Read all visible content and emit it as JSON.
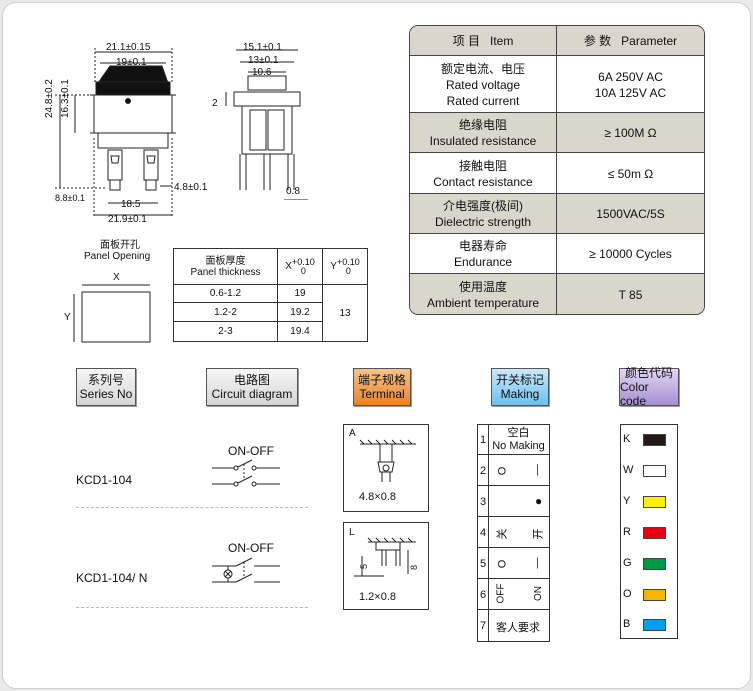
{
  "dims": {
    "top_w1": "21.1±0.15",
    "top_w2": "19±0.1",
    "h_total": "24.8±0.2",
    "h_body": "16.3±0.1",
    "pin_gap": "4.8±0.1",
    "foot_h": "8.8±0.1",
    "base1": "18.5",
    "base2": "21.9±0.1",
    "side_w1": "15.1±0.1",
    "side_w2": "13±0.1",
    "side_w3": "10.6",
    "side_2": "2",
    "side_08": "0.8"
  },
  "panel": {
    "title_cn": "面板开孔",
    "title_en": "Panel Opening",
    "x_label": "X",
    "y_label": "Y"
  },
  "thickness_table": {
    "h_cn": "面板厚度",
    "h_en": "Panel thickness",
    "x_head": "X",
    "x_tol": "+0.10",
    "x_tol0": "0",
    "y_head": "Y",
    "y_tol": "+0.10",
    "y_tol0": "0",
    "rows": [
      {
        "range": "0.6-1.2",
        "x": "19"
      },
      {
        "range": "1.2-2",
        "x": "19.2"
      },
      {
        "range": "2-3",
        "x": "19.4"
      }
    ],
    "y_value": "13"
  },
  "params": {
    "h_item_cn": "项 目",
    "h_item_en": "Item",
    "h_param_cn": "参 数",
    "h_param_en": "Parameter",
    "rows": [
      {
        "l1": "额定电流、电压",
        "l2": "Rated voltage",
        "l3": "Rated current",
        "r1": "6A  250V AC",
        "r2": "10A 125V AC"
      },
      {
        "l1": "绝缘电阻",
        "l2": "Insulated resistance",
        "r1": "≥ 100M Ω"
      },
      {
        "l1": "接触电阻",
        "l2": "Contact resistance",
        "r1": "≤ 50m Ω"
      },
      {
        "l1": "介电强度(极间)",
        "l2": "Dielectric strength",
        "r1": "1500VAC/5S"
      },
      {
        "l1": "电器寿命",
        "l2": "Endurance",
        "r1": "≥ 10000 Cycles"
      },
      {
        "l1": "使用温度",
        "l2": "Ambient temperature",
        "r1": "T 85"
      }
    ]
  },
  "headers": {
    "series_cn": "系列号",
    "series_en": "Series No",
    "circuit_cn": "电路图",
    "circuit_en": "Circuit diagram",
    "terminal_cn": "端子规格",
    "terminal_en": "Terminal",
    "making_cn": "开关标记",
    "making_en": "Making",
    "color_cn": "颜色代码",
    "color_en": "Color code"
  },
  "series": [
    {
      "name": "KCD1-104",
      "circuit": "ON-OFF"
    },
    {
      "name": "KCD1-104/ N",
      "circuit": "ON-OFF"
    }
  ],
  "terminals": [
    {
      "code": "A",
      "size": "4.8×0.8"
    },
    {
      "code": "L",
      "size": "1.2×0.8",
      "dim5": "5",
      "dim8": "8"
    }
  ],
  "making": [
    {
      "n": "1",
      "a": "空白",
      "b": "No Making"
    },
    {
      "n": "2",
      "a": "O",
      "b": "—"
    },
    {
      "n": "3",
      "a": "",
      "b": "●"
    },
    {
      "n": "4",
      "a": "关",
      "b": "开"
    },
    {
      "n": "5",
      "a": "O",
      "b": "—"
    },
    {
      "n": "6",
      "a": "OFF",
      "b": "ON"
    },
    {
      "n": "7",
      "a": "客人要求",
      "b": ""
    }
  ],
  "colors": [
    {
      "code": "K",
      "hex": "#231815"
    },
    {
      "code": "W",
      "hex": "#ffffff"
    },
    {
      "code": "Y",
      "hex": "#fff000"
    },
    {
      "code": "R",
      "hex": "#e60012"
    },
    {
      "code": "G",
      "hex": "#009944"
    },
    {
      "code": "O",
      "hex": "#f8b500"
    },
    {
      "code": "B",
      "hex": "#00a0e9"
    }
  ]
}
